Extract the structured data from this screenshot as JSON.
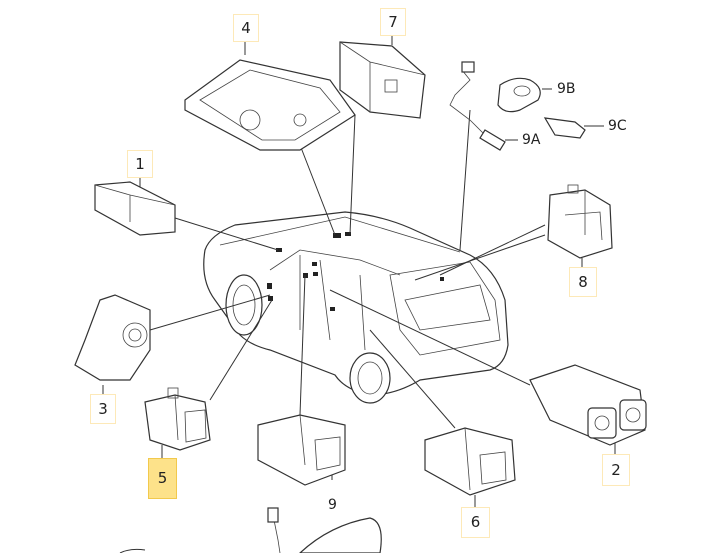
{
  "diagram": {
    "title": "Switches and components location diagram",
    "active_callout": "5",
    "callouts": [
      {
        "id": "1",
        "label": "1"
      },
      {
        "id": "2",
        "label": "2"
      },
      {
        "id": "3",
        "label": "3"
      },
      {
        "id": "4",
        "label": "4"
      },
      {
        "id": "5",
        "label": "5"
      },
      {
        "id": "6",
        "label": "6"
      },
      {
        "id": "7",
        "label": "7"
      },
      {
        "id": "8",
        "label": "8"
      }
    ],
    "plain_labels": [
      {
        "id": "9",
        "label": "9"
      },
      {
        "id": "9A",
        "label": "9A"
      },
      {
        "id": "9B",
        "label": "9B"
      },
      {
        "id": "9C",
        "label": "9C"
      }
    ],
    "colors": {
      "callout_border": "#fde9b8",
      "active_fill": "#fde28a",
      "active_border": "#f2c94c",
      "line": "#333333"
    }
  }
}
